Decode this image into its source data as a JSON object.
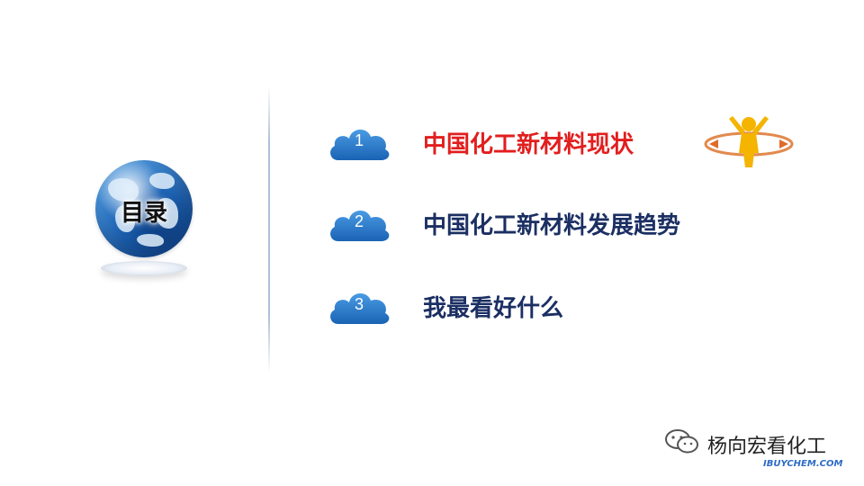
{
  "toc": {
    "title": "目录",
    "items": [
      {
        "number": "1",
        "label": "中国化工新材料现状",
        "highlighted": true
      },
      {
        "number": "2",
        "label": "中国化工新材料发展趋势",
        "highlighted": false
      },
      {
        "number": "3",
        "label": "我最看好什么",
        "highlighted": false
      }
    ]
  },
  "watermark": {
    "author": "杨向宏看化工",
    "site": "IBUYCHEM.COM"
  },
  "colors": {
    "highlight_text": "#e21e1e",
    "item_text": "#1b2f63",
    "cloud_blue": "#1f74c9",
    "divider": "#aebfd8"
  }
}
